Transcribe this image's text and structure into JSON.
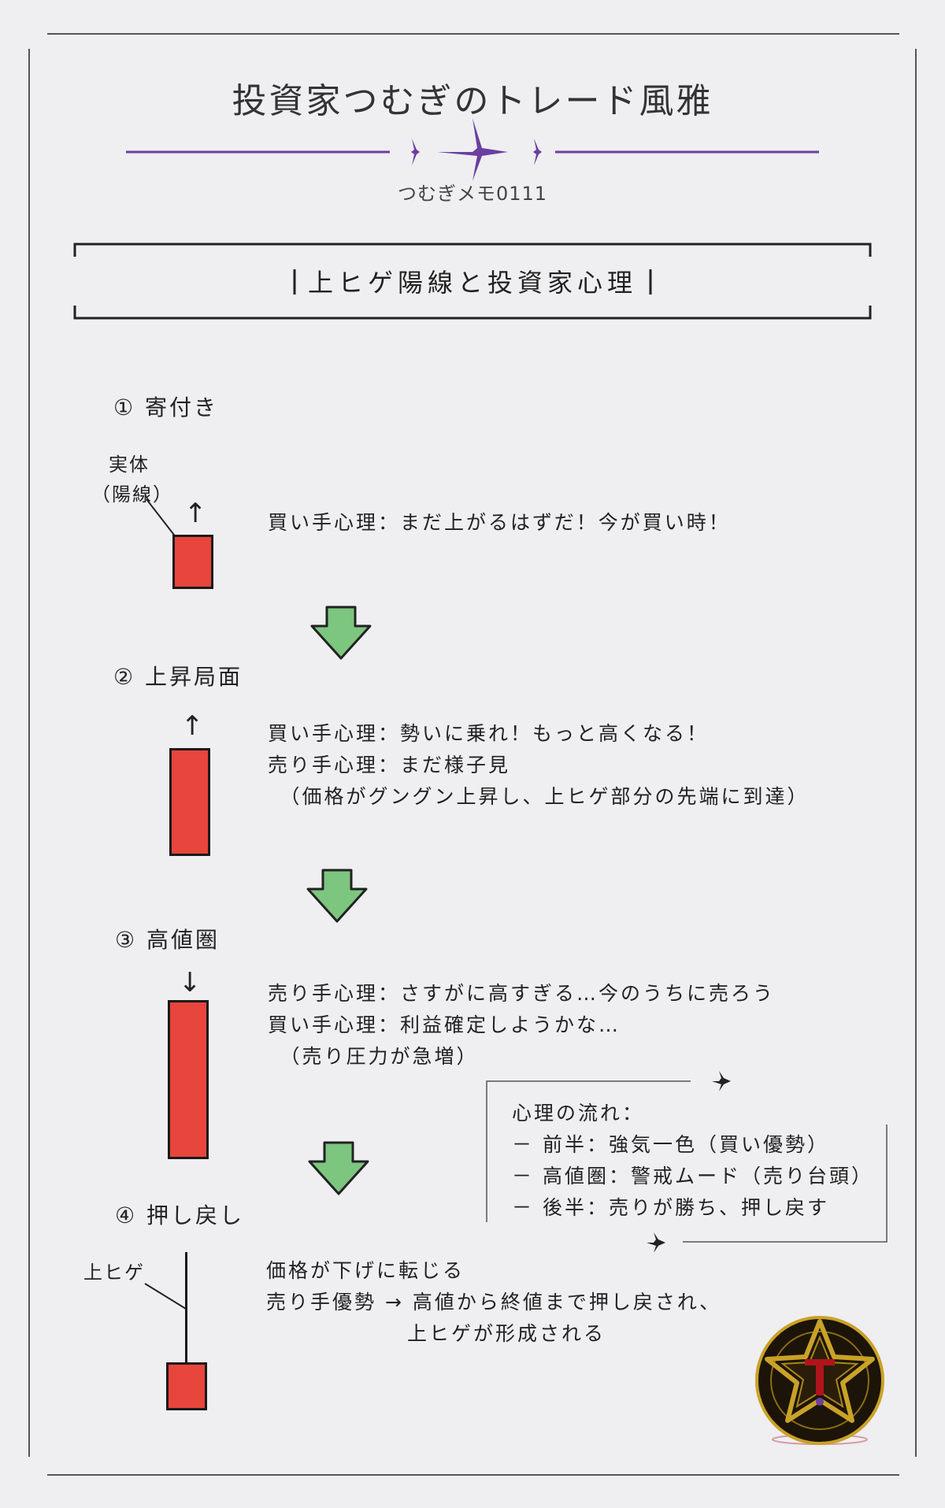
{
  "header": {
    "title": "投資家つむぎのトレード風雅",
    "subtitle": "つむぎメモ0111"
  },
  "section_title": "上ヒゲ陽線と投資家心理",
  "steps": [
    {
      "heading": "① 寄付き",
      "lines": [
        "買い手心理：まだ上がるはずだ！今が買い時！"
      ],
      "arrow": "↑"
    },
    {
      "heading": "② 上昇局面",
      "lines": [
        "買い手心理：勢いに乗れ！もっと高くなる！",
        "売り手心理：まだ様子見",
        "　（価格がグングン上昇し、上ヒゲ部分の先端に到達）"
      ],
      "arrow": "↑"
    },
    {
      "heading": "③ 高値圏",
      "lines": [
        "売り手心理：さすがに高すぎる…今のうちに売ろう",
        "買い手心理：利益確定しようかな…",
        "　（売り圧力が急増）"
      ],
      "arrow": "↓"
    },
    {
      "heading": "④ 押し戻し",
      "lines": [
        "価格が下げに転じる",
        "売り手優勢 → 高値から終値まで押し戻され、",
        "　　　　　　 上ヒゲが形成される"
      ]
    }
  ],
  "labels": {
    "body_label_1": "実体",
    "body_label_2": "（陽線）",
    "wick_label": "上ヒゲ"
  },
  "flow_note": {
    "title": "心理の流れ：",
    "items": [
      "－ 前半：強気一色（買い優勢）",
      "－ 高値圏：警戒ムード（売り台頭）",
      "－ 後半：売りが勝ち、押し戻す"
    ]
  },
  "colors": {
    "candle": "#e8453c",
    "arrow_down": "#7cc67f",
    "accent_purple": "#6a3fa0",
    "logo_gold": "#c9a227",
    "logo_red": "#b0141c"
  }
}
